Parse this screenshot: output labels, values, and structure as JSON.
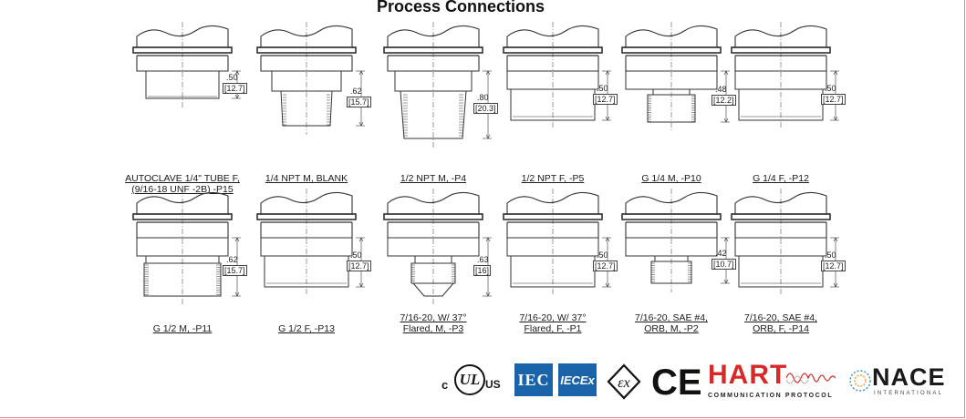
{
  "page": {
    "title": "Process Connections"
  },
  "connections": [
    {
      "label": "AUTOCLAVE 1/4\" TUBE F,\n(9/16-18 UNF -2B) -P15",
      "dim_in": ".50",
      "dim_mm": "[12.7]",
      "fitting": "autoclave"
    },
    {
      "label": "1/4 NPT M, BLANK",
      "dim_in": ".62",
      "dim_mm": "[15.7]",
      "fitting": "npt-male-small"
    },
    {
      "label": "1/2 NPT  M, -P4",
      "dim_in": ".80",
      "dim_mm": "[20.3]",
      "fitting": "npt-male-large"
    },
    {
      "label": "1/2 NPT  F, -P5",
      "dim_in": ".50",
      "dim_mm": "[12.7]",
      "fitting": "female-wide"
    },
    {
      "label": "G 1/4 M, -P10",
      "dim_in": ".48",
      "dim_mm": "[12.2]",
      "fitting": "male-thread-small"
    },
    {
      "label": "G 1/4 F, -P12",
      "dim_in": ".50",
      "dim_mm": "[12.7]",
      "fitting": "female-wide"
    },
    {
      "label": "G 1/2 M, -P11",
      "dim_in": ".62",
      "dim_mm": "[15.7]",
      "fitting": "male-thread-large"
    },
    {
      "label": "G 1/2 F, -P13",
      "dim_in": ".50",
      "dim_mm": "[12.7]",
      "fitting": "female-wide"
    },
    {
      "label": "7/16-20, W/ 37°\nFlared, M, -P3",
      "dim_in": ".63",
      "dim_mm": "[16]",
      "fitting": "flared-male"
    },
    {
      "label": "7/16-20, W/ 37°\nFlared, F, -P1",
      "dim_in": ".50",
      "dim_mm": "[12.7]",
      "fitting": "female-wide"
    },
    {
      "label": "7/16-20, SAE #4,\nORB, M, -P2",
      "dim_in": ".42",
      "dim_mm": "[10.7]",
      "fitting": "orb-male"
    },
    {
      "label": "7/16-20, SAE #4,\nORB, F, -P14",
      "dim_in": ".50",
      "dim_mm": "[12.7]",
      "fitting": "female-wide"
    }
  ],
  "certifications": {
    "ul": {
      "mark": "UL",
      "left": "c",
      "right": "US"
    },
    "iec": "IEC",
    "iecex": "IECEx",
    "atex": "εx",
    "ce": "CE",
    "hart": {
      "name": "HART",
      "sub": "COMMUNICATION PROTOCOL",
      "color": "#d62a2a"
    },
    "nace": {
      "name": "NACE",
      "sub": "INTERNATIONAL"
    }
  },
  "colors": {
    "frame_border": "#d98a8a",
    "iec_blue": "#1b63a8",
    "drawing_line": "#333333"
  }
}
